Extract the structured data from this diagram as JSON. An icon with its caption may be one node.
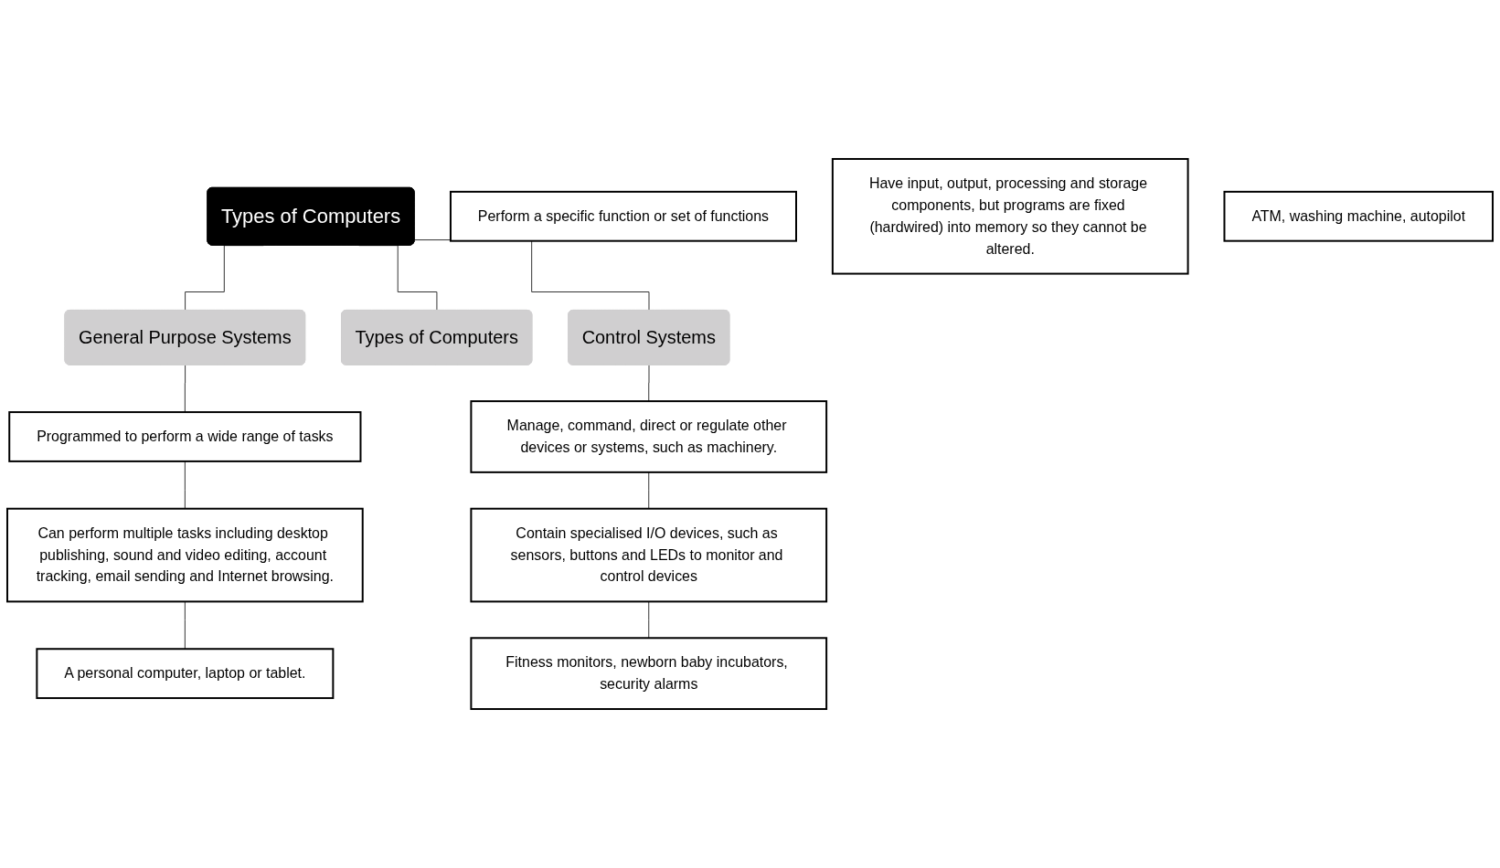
{
  "diagram": {
    "nodes": [
      {
        "text": [
          "Types of Computers"
        ]
      },
      {
        "text": [
          "General Purpose Systems"
        ]
      },
      {
        "text": [
          "Types of Computers"
        ]
      },
      {
        "text": [
          "Control Systems"
        ]
      },
      {
        "text": [
          "Programmed to perform a wide range of tasks"
        ]
      },
      {
        "text": [
          "Can perform multiple tasks including desktop publishing, sound and video editing, account tracking, email sending and Internet browsing."
        ]
      },
      {
        "text": [
          "A personal computer, laptop or tablet."
        ]
      },
      {
        "text": [
          "Perform a specific function or set of functions"
        ]
      },
      {
        "text": [
          "Have input, output, processing and storage components, but programs are fixed (hardwired) into memory so they cannot be altered."
        ]
      },
      {
        "text": [
          "ATM, washing machine, autopilot"
        ]
      },
      {
        "text": [
          "Manage, command, direct or regulate other devices or systems, such as machinery."
        ]
      },
      {
        "text": [
          "Contain specialised I/O devices, such as sensors, buttons and LEDs to monitor and control devices"
        ]
      },
      {
        "text": [
          "Fitness monitors, newborn baby incubators, security alarms"
        ]
      }
    ],
    "edges": [
      {
        "from": 0,
        "to": 1,
        "arrow": "none"
      },
      {
        "from": 0,
        "to": 2,
        "arrow": "none"
      },
      {
        "from": 0,
        "to": 3,
        "arrow": "none"
      },
      {
        "from": 1,
        "to": 4,
        "arrow": "none"
      },
      {
        "from": 4,
        "to": 5,
        "arrow": "none"
      },
      {
        "from": 5,
        "to": 6,
        "arrow": "none"
      },
      {
        "from": 3,
        "to": 10,
        "arrow": "none"
      },
      {
        "from": 10,
        "to": 11,
        "arrow": "none"
      },
      {
        "from": 11,
        "to": 12,
        "arrow": "none"
      }
    ]
  }
}
